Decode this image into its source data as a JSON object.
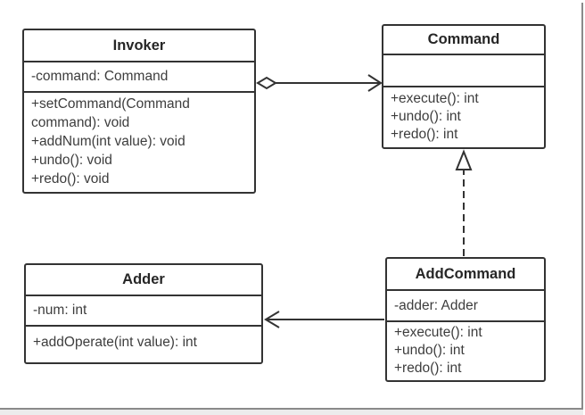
{
  "diagram": {
    "type": "uml-class-diagram",
    "classes": [
      {
        "name": "Invoker",
        "attributes": [
          "-command: Command"
        ],
        "methods": [
          "+setCommand(Command command): void",
          "+addNum(int value): void",
          "+undo(): void",
          "+redo(): void"
        ]
      },
      {
        "name": "Command",
        "attributes": [],
        "methods": [
          "+execute(): int",
          "+undo(): int",
          "+redo(): int"
        ]
      },
      {
        "name": "Adder",
        "attributes": [
          "-num: int"
        ],
        "methods": [
          "+addOperate(int value): int"
        ]
      },
      {
        "name": "AddCommand",
        "attributes": [
          "-adder: Adder"
        ],
        "methods": [
          "+execute(): int",
          "+undo(): int",
          "+redo(): int"
        ]
      }
    ],
    "relationships": [
      {
        "type": "aggregation",
        "from": "Invoker",
        "to": "Command",
        "line": "solid",
        "marker_from": "hollow-diamond",
        "marker_to": "open-arrow"
      },
      {
        "type": "realization",
        "from": "AddCommand",
        "to": "Command",
        "line": "dashed",
        "marker_to": "hollow-triangle"
      },
      {
        "type": "association",
        "from": "AddCommand",
        "to": "Adder",
        "line": "solid",
        "marker_to": "open-arrow"
      }
    ],
    "colors": {
      "box_border": "#333333",
      "title_text": "#262626",
      "member_text": "#3d3d3d",
      "background": "#ffffff",
      "page_edge": "#8a8a8a"
    }
  }
}
